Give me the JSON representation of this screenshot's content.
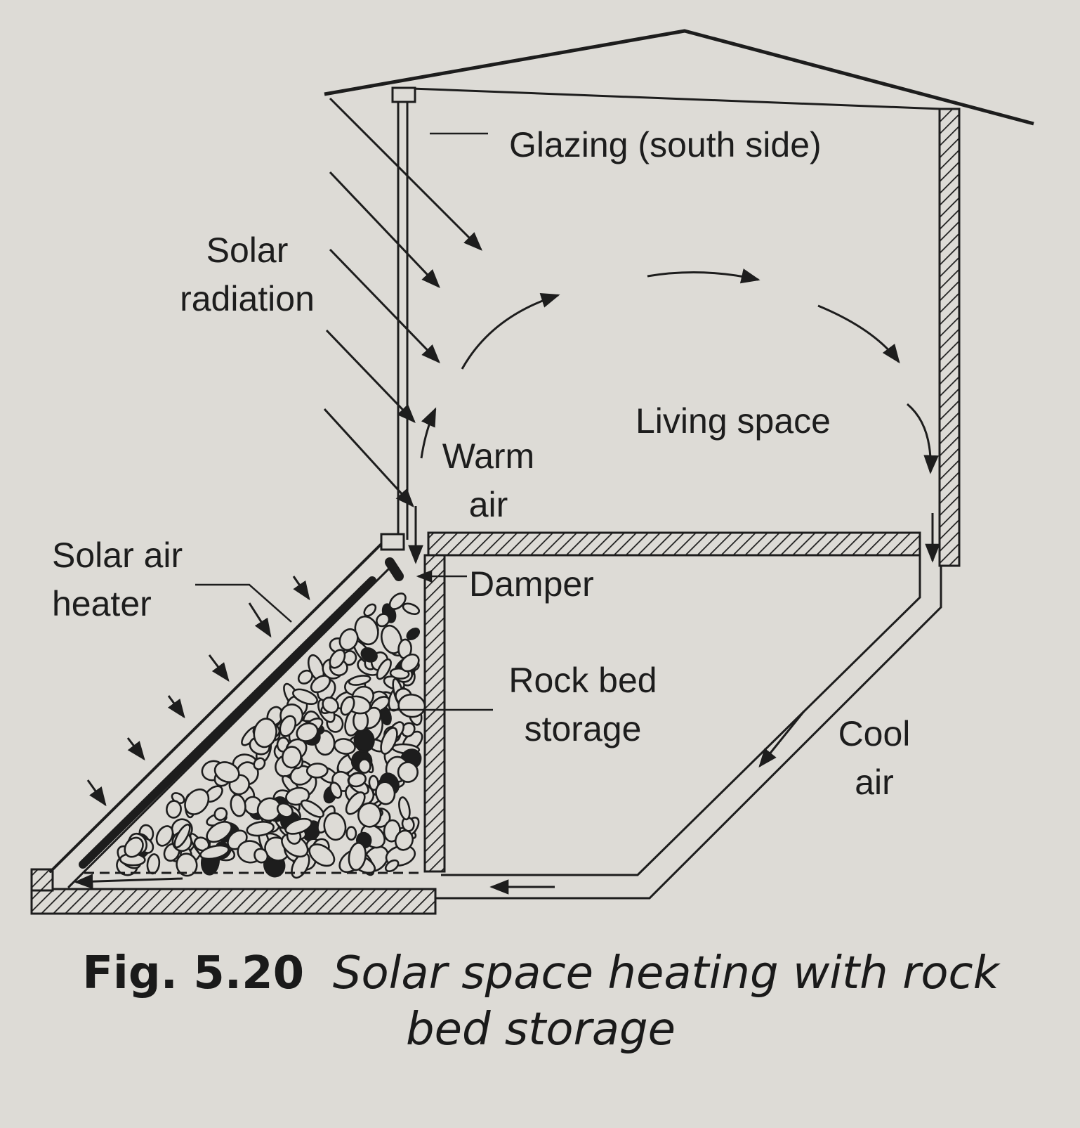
{
  "labels": {
    "glazing": "Glazing (south side)",
    "solar_radiation": "Solar\nradiation",
    "living_space": "Living space",
    "warm_air": "Warm\nair",
    "solar_air_heater": "Solar air\nheater",
    "damper": "Damper",
    "rock_bed_storage": "Rock bed\nstorage",
    "cool_air": "Cool\nair"
  },
  "caption": {
    "figure_number": "Fig. 5.20",
    "title": "Solar space heating with rock bed storage"
  },
  "colors": {
    "paper": "#dddbd6",
    "ink": "#1d1d1d"
  }
}
